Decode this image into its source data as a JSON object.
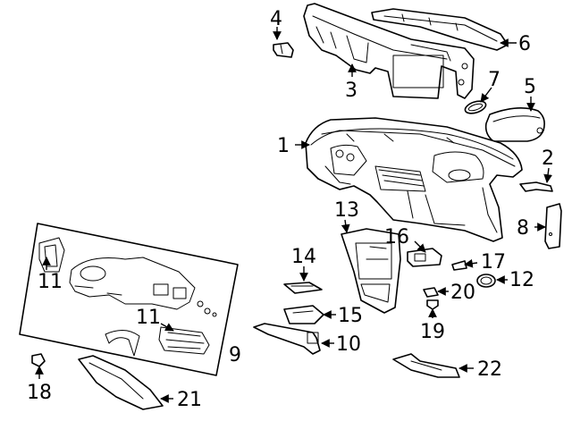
{
  "callouts": {
    "c1": "1",
    "c2": "2",
    "c3": "3",
    "c4": "4",
    "c5": "5",
    "c6": "6",
    "c7": "7",
    "c8": "8",
    "c9": "9",
    "c10": "10",
    "c11a": "11",
    "c11b": "11",
    "c12": "12",
    "c13": "13",
    "c14": "14",
    "c15": "15",
    "c16": "16",
    "c17": "17",
    "c18": "18",
    "c19": "19",
    "c20": "20",
    "c21": "21",
    "c22": "22"
  },
  "colors": {
    "line": "#000000",
    "background": "#ffffff"
  }
}
